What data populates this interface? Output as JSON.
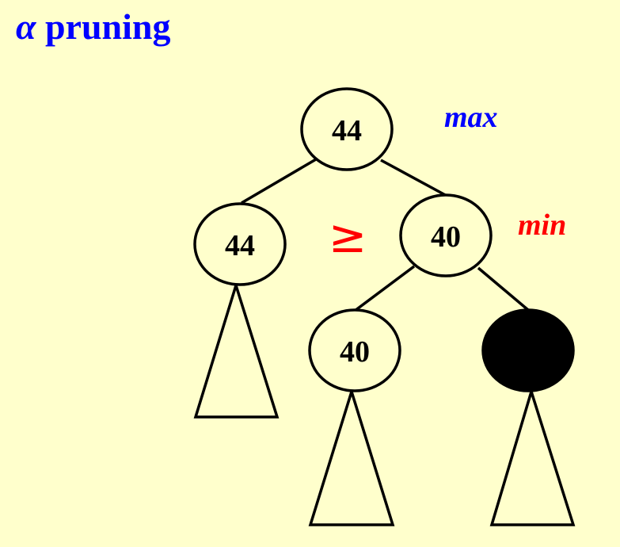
{
  "colors": {
    "background": "#ffffcc",
    "title": "#0000ff",
    "max_label": "#0000ff",
    "min_label": "#ff0000",
    "relation": "#ff0000",
    "stroke": "#000000",
    "node_fill": "#ffffcc",
    "pruned_fill": "#000000"
  },
  "title": {
    "symbol": "α",
    "text": "pruning"
  },
  "labels": {
    "max": "max",
    "min": "min",
    "relation": "≥"
  },
  "nodes": {
    "root": {
      "value": "44"
    },
    "left": {
      "value": "44"
    },
    "right": {
      "value": "40"
    },
    "right_left": {
      "value": "40"
    },
    "right_right": {
      "value": "",
      "pruned": true
    }
  }
}
